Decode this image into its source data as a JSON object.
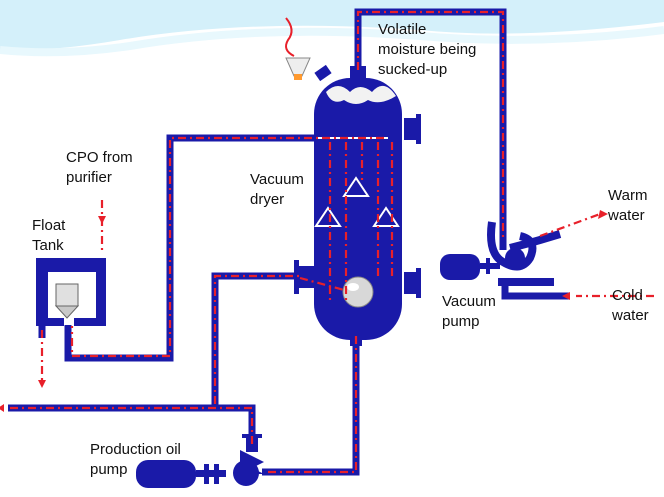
{
  "labels": {
    "volatile": "Volatile\nmoisture being\nsucked-up",
    "cpo": "CPO from\npurifier",
    "float_tank": "Float\nTank",
    "vacuum_dryer": "Vacuum\ndryer",
    "warm_water": "Warm\nwater",
    "cold_water": "Cold\nwater",
    "vacuum_pump": "Vacuum\npump",
    "production_oil_pump": "Production oil\npump"
  },
  "colors": {
    "pipe": "#1a1aa8",
    "equipment": "#1a1aa8",
    "flow": "#e8202a",
    "background_wave": "#cfeef8",
    "text": "#111111"
  },
  "icons": {
    "heat_lamp": "funnel-heat-lamp-icon",
    "float": "float-icon",
    "valve": "valve-icon"
  }
}
